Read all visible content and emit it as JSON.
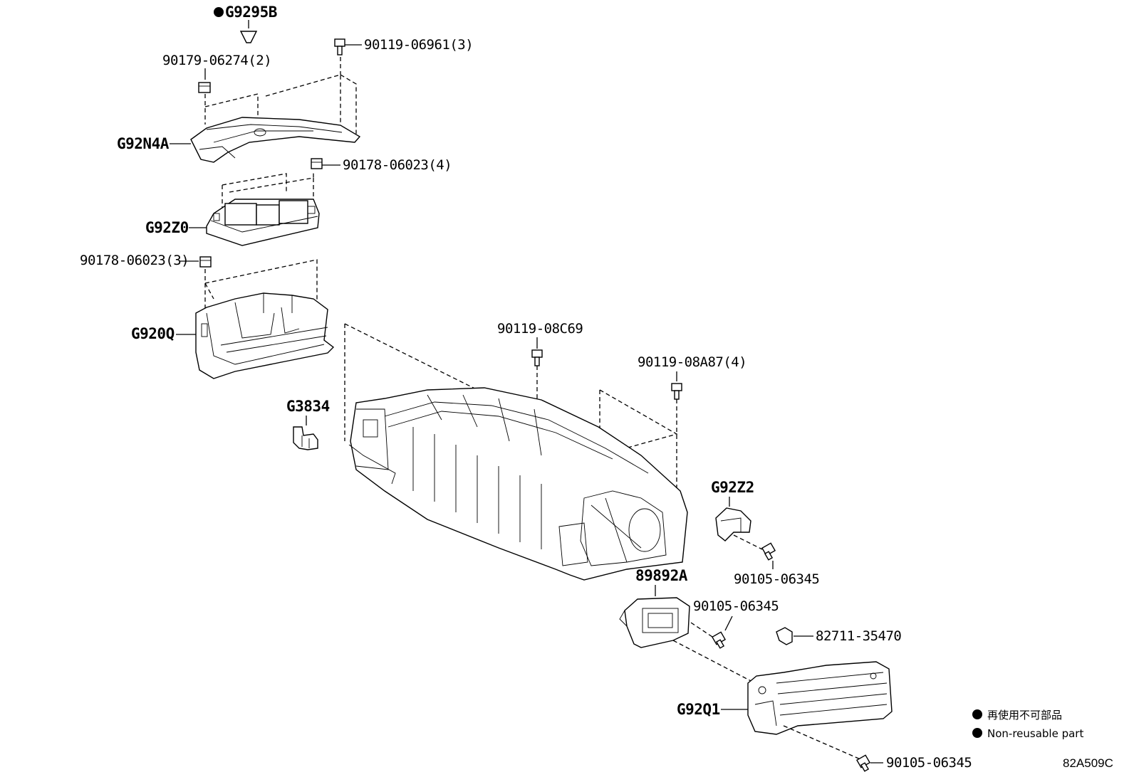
{
  "labels": {
    "g9295b": "G9295B",
    "n90179": "90179-06274(2)",
    "n90119_06961": "90119-06961(3)",
    "g92n4a": "G92N4A",
    "n90178_4": "90178-06023(4)",
    "g92z0": "G92Z0",
    "n90178_3": "90178-06023(3)",
    "g920q": "G920Q",
    "n90119_08c69": "90119-08C69",
    "n90119_08a87": "90119-08A87(4)",
    "g3834": "G3834",
    "g92z2": "G92Z2",
    "n90105_a": "90105-06345",
    "n89892a": "89892A",
    "n90105_b": "90105-06345",
    "n82711": "82711-35470",
    "g92q1": "G92Q1",
    "n90105_c": "90105-06345"
  },
  "legend": {
    "line1": "再使用不可部品",
    "line2": "Non-reusable part"
  },
  "diagram_code": "82A509C",
  "colors": {
    "ink": "#000000",
    "paper": "#ffffff"
  }
}
